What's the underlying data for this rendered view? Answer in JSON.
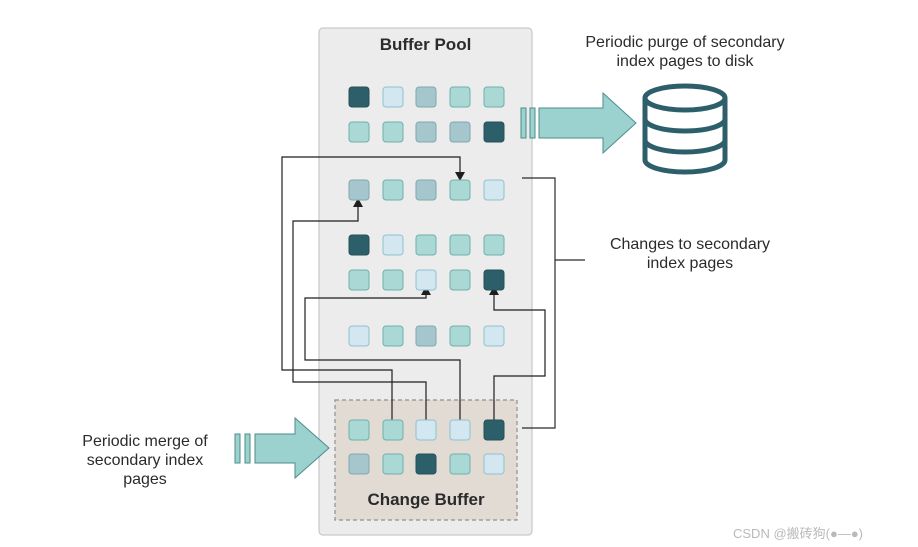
{
  "buffer_pool": {
    "title": "Buffer Pool",
    "rows": [
      [
        "dark",
        "pale",
        "mid",
        "light",
        "light"
      ],
      [
        "light",
        "light",
        "mid",
        "mid",
        "dark"
      ],
      [
        "mid",
        "light",
        "mid",
        "light",
        "pale"
      ],
      [
        "dark",
        "pale",
        "light",
        "light",
        "light"
      ],
      [
        "light",
        "light",
        "pale",
        "light",
        "dark"
      ],
      [
        "pale",
        "light",
        "mid",
        "light",
        "pale"
      ]
    ]
  },
  "change_buffer": {
    "title": "Change Buffer",
    "rows": [
      [
        "light",
        "light",
        "pale",
        "pale",
        "dark"
      ],
      [
        "mid",
        "light",
        "dark",
        "light",
        "pale"
      ]
    ]
  },
  "labels": {
    "purge": "Periodic purge of secondary\nindex pages to disk",
    "changes": "Changes to secondary\nindex pages",
    "merge": "Periodic merge of\nsecondary index\npages"
  },
  "watermark": "CSDN @搬砖狗(●—●)",
  "colors": {
    "dark": "#2d5f6b",
    "light": "#a9d8d5",
    "mid": "#a5c6cc",
    "pale": "#d2e7ef",
    "arrow": "#9bd2cf",
    "disk": "#2d5f6b"
  }
}
